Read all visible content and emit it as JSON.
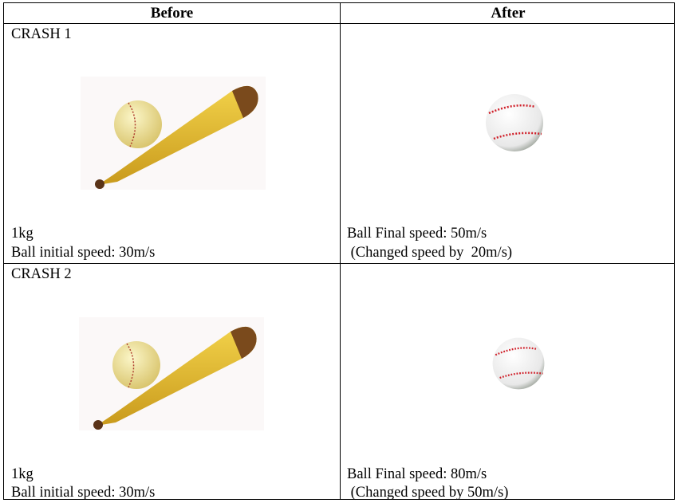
{
  "table": {
    "headers": [
      "Before",
      "After"
    ],
    "rows": [
      {
        "title": "CRASH 1",
        "before": {
          "mass": "1kg",
          "initial_speed": "Ball initial speed: 30m/s"
        },
        "after": {
          "final_speed": "Ball Final speed: 50m/s",
          "change": " (Changed speed by  20m/s)"
        }
      },
      {
        "title": "CRASH 2",
        "before": {
          "mass": "1kg",
          "initial_speed": "Ball initial speed: 30m/s"
        },
        "after": {
          "final_speed": "Ball Final speed: 80m/s",
          "change": " (Changed speed by 50m/s)"
        }
      }
    ]
  }
}
